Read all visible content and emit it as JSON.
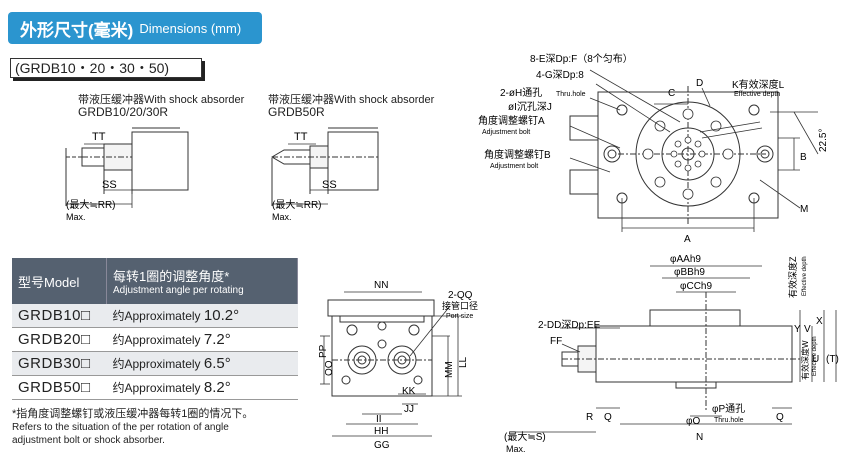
{
  "header": {
    "title_cn": "外形尺寸(毫米)",
    "title_en": "Dimensions (mm)"
  },
  "model_series": "(GRDB10・20・30・50)",
  "shock_left": {
    "caption": "带液压缓冲器With shock absorder",
    "model": "GRDB10/20/30R",
    "tt": "TT",
    "ss": "SS",
    "rr": "(最大≒RR)",
    "max": "Max."
  },
  "shock_right": {
    "caption": "带液压缓冲器With shock absorder",
    "model": "GRDB50R",
    "tt": "TT",
    "ss": "SS",
    "rr": "(最大≒RR)",
    "max": "Max."
  },
  "top_view": {
    "e_label": "8-E深Dp:F（8个匀布）",
    "g_label": "4-G深Dp:8",
    "h_label": "2-øH通孔",
    "h_sub": "Thru.hole",
    "j_label": "øI沉孔深J",
    "adj_a": "角度调整螺钉A",
    "adj_a_en": "Adjustment bolt",
    "adj_b": "角度调整螺钉B",
    "adj_b_en": "Adjustment bolt",
    "c": "C",
    "d": "D",
    "k_label": "K有效深度L",
    "k_sub": "Effective depth",
    "angle": "22.5°",
    "b": "B",
    "m": "M",
    "a": "A"
  },
  "table": {
    "col1": "型号Model",
    "col2_cn": "每转1圈的调整角度*",
    "col2_en": "Adjustment angle per rotating",
    "rows": [
      {
        "model": "GRDB10□",
        "prefix": "约Approximately",
        "value": "10.2°"
      },
      {
        "model": "GRDB20□",
        "prefix": "约Approximately",
        "value": "7.2°"
      },
      {
        "model": "GRDB30□",
        "prefix": "约Approximately",
        "value": "6.5°"
      },
      {
        "model": "GRDB50□",
        "prefix": "约Approximately",
        "value": "8.2°"
      }
    ]
  },
  "note": {
    "cn": "*指角度调整螺钉或液压缓冲器每转1圈的情况下。",
    "en1": "Refers to the situation of the per rotation of angle",
    "en2": "adjustment bolt or shock absorber."
  },
  "front_view": {
    "nn": "NN",
    "qq": "2-QQ",
    "qq_cn": "接管口径",
    "qq_en": "Port size",
    "oo": "OO",
    "pp": "PP",
    "mm": "MM",
    "ll": "LL",
    "kk": "KK",
    "jj": "JJ",
    "ii": "II",
    "hh": "HH",
    "gg": "GG"
  },
  "side_view": {
    "aah9": "φAAh9",
    "bbh9": "φBBh9",
    "cch9": "φCCh9",
    "z_label": "有效深度Z",
    "z_sub": "Effective depth",
    "y": "Y",
    "v": "V",
    "x": "X",
    "u": "U",
    "t": "(T)",
    "w_label": "有效深度W",
    "w_sub": "Effective depth",
    "dd_label": "2-DD深Dp:EE",
    "ff": "FF",
    "r": "R",
    "q": "Q",
    "o": "φO",
    "p_label": "φP通孔",
    "p_sub": "Thru.hole",
    "s": "(最大≒S)",
    "s_max": "Max.",
    "n": "N",
    "q2": "Q"
  }
}
